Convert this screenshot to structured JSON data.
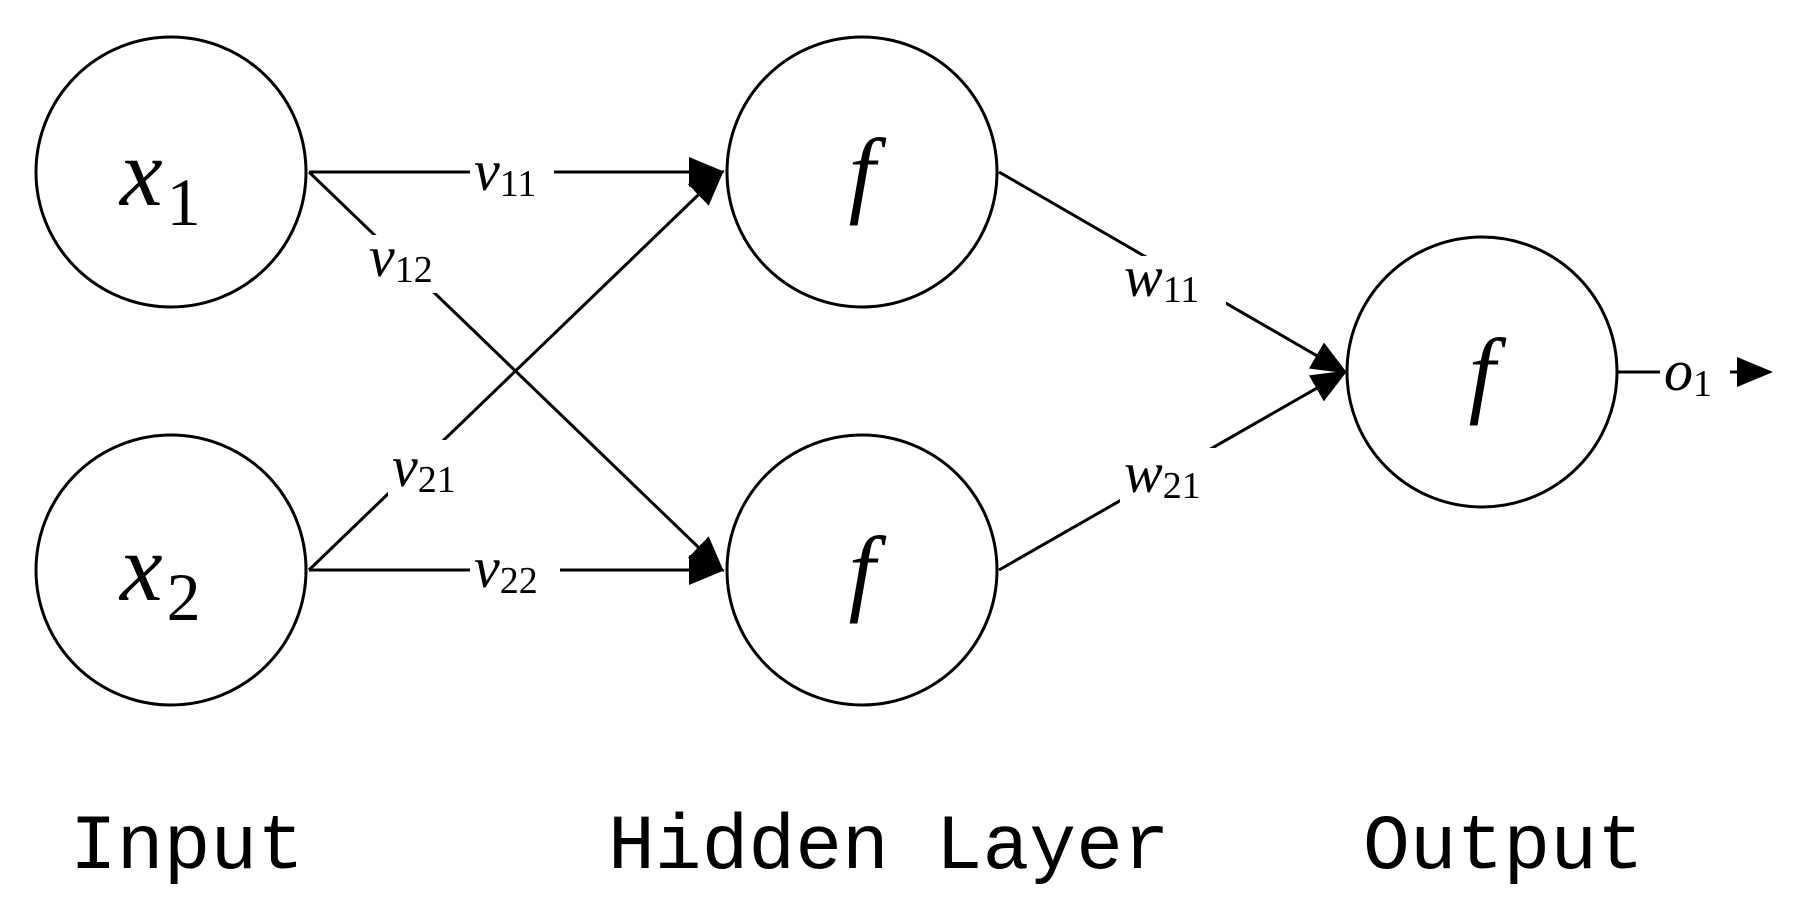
{
  "nodes": {
    "input": [
      {
        "symbol": "x",
        "sub": "1"
      },
      {
        "symbol": "x",
        "sub": "2"
      }
    ],
    "hidden": [
      {
        "symbol": "f"
      },
      {
        "symbol": "f"
      }
    ],
    "output": [
      {
        "symbol": "f"
      }
    ]
  },
  "edges": {
    "v11": {
      "symbol": "v",
      "sub": "11"
    },
    "v12": {
      "symbol": "v",
      "sub": "12"
    },
    "v21": {
      "symbol": "v",
      "sub": "21"
    },
    "v22": {
      "symbol": "v",
      "sub": "22"
    },
    "w11": {
      "symbol": "w",
      "sub": "11"
    },
    "w21": {
      "symbol": "w",
      "sub": "21"
    },
    "o1": {
      "symbol": "o",
      "sub": "1"
    }
  },
  "layers": {
    "input_label": "Input",
    "hidden_label": "Hidden Layer",
    "output_label": "Output"
  }
}
